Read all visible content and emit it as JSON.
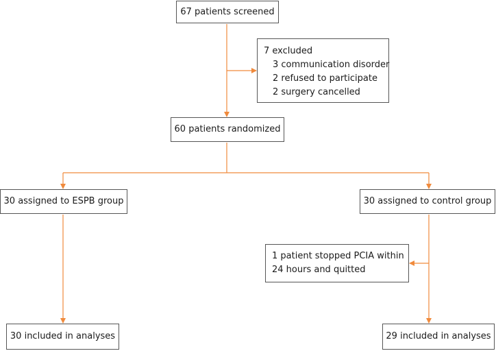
{
  "colors": {
    "connector": "#f08a3c",
    "box_border": "#555555",
    "text": "#1a1a1a"
  },
  "flowchart": {
    "screened": "67 patients screened",
    "excluded": {
      "title": "7 excluded",
      "reasons": [
        "3 communication disorder",
        "2 refused to participate",
        "2 surgery cancelled"
      ]
    },
    "randomized": "60 patients randomized",
    "espb_group": "30 assigned to ESPB group",
    "control_group": "30 assigned to control group",
    "control_dropout": {
      "line1": "1 patient stopped PCIA within",
      "line2": "24 hours and quitted"
    },
    "espb_analysed": "30 included in analyses",
    "control_analysed": "29 included in analyses"
  }
}
